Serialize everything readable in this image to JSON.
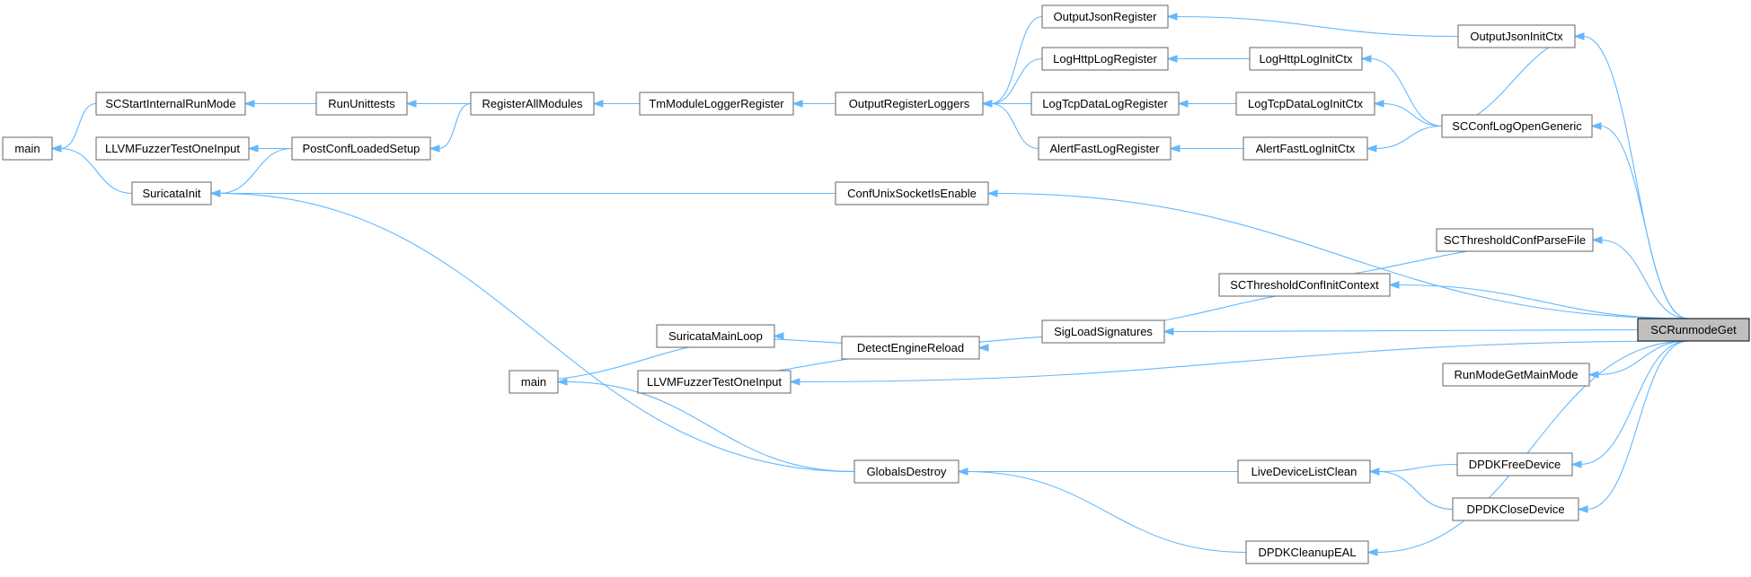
{
  "diagram": {
    "nodes": [
      {
        "id": "main1",
        "label": "main"
      },
      {
        "id": "scstart",
        "label": "SCStartInternalRunMode"
      },
      {
        "id": "llvm1",
        "label": "LLVMFuzzerTestOneInput"
      },
      {
        "id": "suricatainit",
        "label": "SuricataInit"
      },
      {
        "id": "rununit",
        "label": "RunUnittests"
      },
      {
        "id": "postconf",
        "label": "PostConfLoadedSetup"
      },
      {
        "id": "registerall",
        "label": "RegisterAllModules"
      },
      {
        "id": "tmmodule",
        "label": "TmModuleLoggerRegister"
      },
      {
        "id": "outputreg",
        "label": "OutputRegisterLoggers"
      },
      {
        "id": "outputjsonreg",
        "label": "OutputJsonRegister"
      },
      {
        "id": "loghttpreg",
        "label": "LogHttpLogRegister"
      },
      {
        "id": "logtcpreg",
        "label": "LogTcpDataLogRegister"
      },
      {
        "id": "alertfastreg",
        "label": "AlertFastLogRegister"
      },
      {
        "id": "loghttpinit",
        "label": "LogHttpLogInitCtx"
      },
      {
        "id": "logtcpinit",
        "label": "LogTcpDataLogInitCtx"
      },
      {
        "id": "alertfastinit",
        "label": "AlertFastLogInitCtx"
      },
      {
        "id": "outputjsoninit",
        "label": "OutputJsonInitCtx"
      },
      {
        "id": "scconflog",
        "label": "SCConfLogOpenGeneric"
      },
      {
        "id": "confunix",
        "label": "ConfUnixSocketIsEnable"
      },
      {
        "id": "schreshparse",
        "label": "SCThresholdConfParseFile"
      },
      {
        "id": "schreshinit",
        "label": "SCThresholdConfInitContext"
      },
      {
        "id": "sigload",
        "label": "SigLoadSignatures"
      },
      {
        "id": "detectreload",
        "label": "DetectEngineReload"
      },
      {
        "id": "suricatamain",
        "label": "SuricataMainLoop"
      },
      {
        "id": "main2",
        "label": "main"
      },
      {
        "id": "llvm2",
        "label": "LLVMFuzzerTestOneInput"
      },
      {
        "id": "globalsdestroy",
        "label": "GlobalsDestroy"
      },
      {
        "id": "livedevclean",
        "label": "LiveDeviceListClean"
      },
      {
        "id": "dpdkfree",
        "label": "DPDKFreeDevice"
      },
      {
        "id": "dpdkclose",
        "label": "DPDKCloseDevice"
      },
      {
        "id": "dpdkcleanup",
        "label": "DPDKCleanupEAL"
      },
      {
        "id": "runmodemain",
        "label": "RunModeGetMainMode"
      },
      {
        "id": "scrunmode",
        "label": "SCRunmodeGet",
        "root": true
      }
    ],
    "edges": [
      [
        "scstart",
        "main1"
      ],
      [
        "suricatainit",
        "main1"
      ],
      [
        "rununit",
        "scstart"
      ],
      [
        "postconf",
        "llvm1"
      ],
      [
        "postconf",
        "suricatainit"
      ],
      [
        "registerall",
        "rununit"
      ],
      [
        "registerall",
        "postconf"
      ],
      [
        "tmmodule",
        "registerall"
      ],
      [
        "outputreg",
        "tmmodule"
      ],
      [
        "outputjsonreg",
        "outputreg"
      ],
      [
        "loghttpreg",
        "outputreg"
      ],
      [
        "logtcpreg",
        "outputreg"
      ],
      [
        "alertfastreg",
        "outputreg"
      ],
      [
        "loghttpinit",
        "loghttpreg"
      ],
      [
        "logtcpinit",
        "logtcpreg"
      ],
      [
        "alertfastinit",
        "alertfastreg"
      ],
      [
        "outputjsoninit",
        "outputjsonreg"
      ],
      [
        "scconflog",
        "loghttpinit"
      ],
      [
        "scconflog",
        "logtcpinit"
      ],
      [
        "scconflog",
        "alertfastinit"
      ],
      [
        "scconflog",
        "outputjsoninit"
      ],
      [
        "confunix",
        "suricatainit"
      ],
      [
        "globalsdestroy",
        "suricatainit"
      ],
      [
        "schreshinit",
        "schreshparse"
      ],
      [
        "sigload",
        "schreshinit"
      ],
      [
        "detectreload",
        "sigload"
      ],
      [
        "suricatamain",
        "detectreload"
      ],
      [
        "llvm2",
        "detectreload"
      ],
      [
        "main2",
        "suricatamain"
      ],
      [
        "globalsdestroy",
        "main2"
      ],
      [
        "livedevclean",
        "globalsdestroy"
      ],
      [
        "dpdkcleanup",
        "globalsdestroy"
      ],
      [
        "dpdkfree",
        "livedevclean"
      ],
      [
        "dpdkclose",
        "livedevclean"
      ],
      [
        "scrunmode",
        "outputjsoninit"
      ],
      [
        "scrunmode",
        "scconflog"
      ],
      [
        "scrunmode",
        "confunix"
      ],
      [
        "scrunmode",
        "schreshparse"
      ],
      [
        "scrunmode",
        "schreshinit"
      ],
      [
        "scrunmode",
        "sigload"
      ],
      [
        "scrunmode",
        "runmodemain"
      ],
      [
        "scrunmode",
        "llvm2"
      ],
      [
        "scrunmode",
        "dpdkfree"
      ],
      [
        "scrunmode",
        "dpdkclose"
      ],
      [
        "scrunmode",
        "dpdkcleanup"
      ]
    ]
  }
}
